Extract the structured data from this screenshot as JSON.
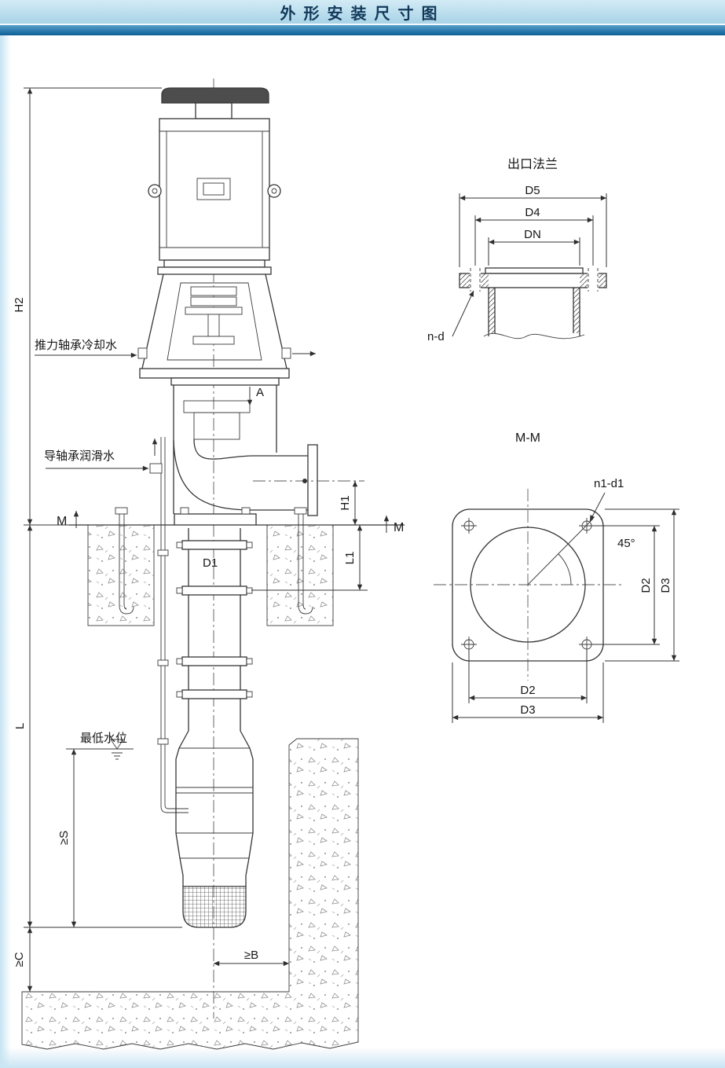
{
  "page": {
    "title": "外形安装尺寸图"
  },
  "drawing": {
    "dim_h2": "H2",
    "dim_l": "L",
    "dim_c": "≥C",
    "dim_s": "≥S",
    "dim_b": "≥B",
    "dim_h1": "H1",
    "dim_l1": "L1",
    "dim_d1": "D1",
    "dim_a": "A",
    "m_left": "M",
    "m_right": "M",
    "thrust_cooling": "推力轴承冷却水",
    "guide_lube": "导轴承润滑水",
    "min_water": "最低水位"
  },
  "flange": {
    "title": "出口法兰",
    "d5": "D5",
    "d4": "D4",
    "dn": "DN",
    "nd": "n-d"
  },
  "mm": {
    "title": "M-M",
    "n1d1": "n1-d1",
    "angle45": "45°",
    "d2_v": "D2",
    "d3_v": "D3",
    "d2_h": "D2",
    "d3_h": "D3"
  },
  "colors": {
    "header_band": "#a8d3e7",
    "header_stripe": "#0c5f97",
    "line": "#353535"
  }
}
